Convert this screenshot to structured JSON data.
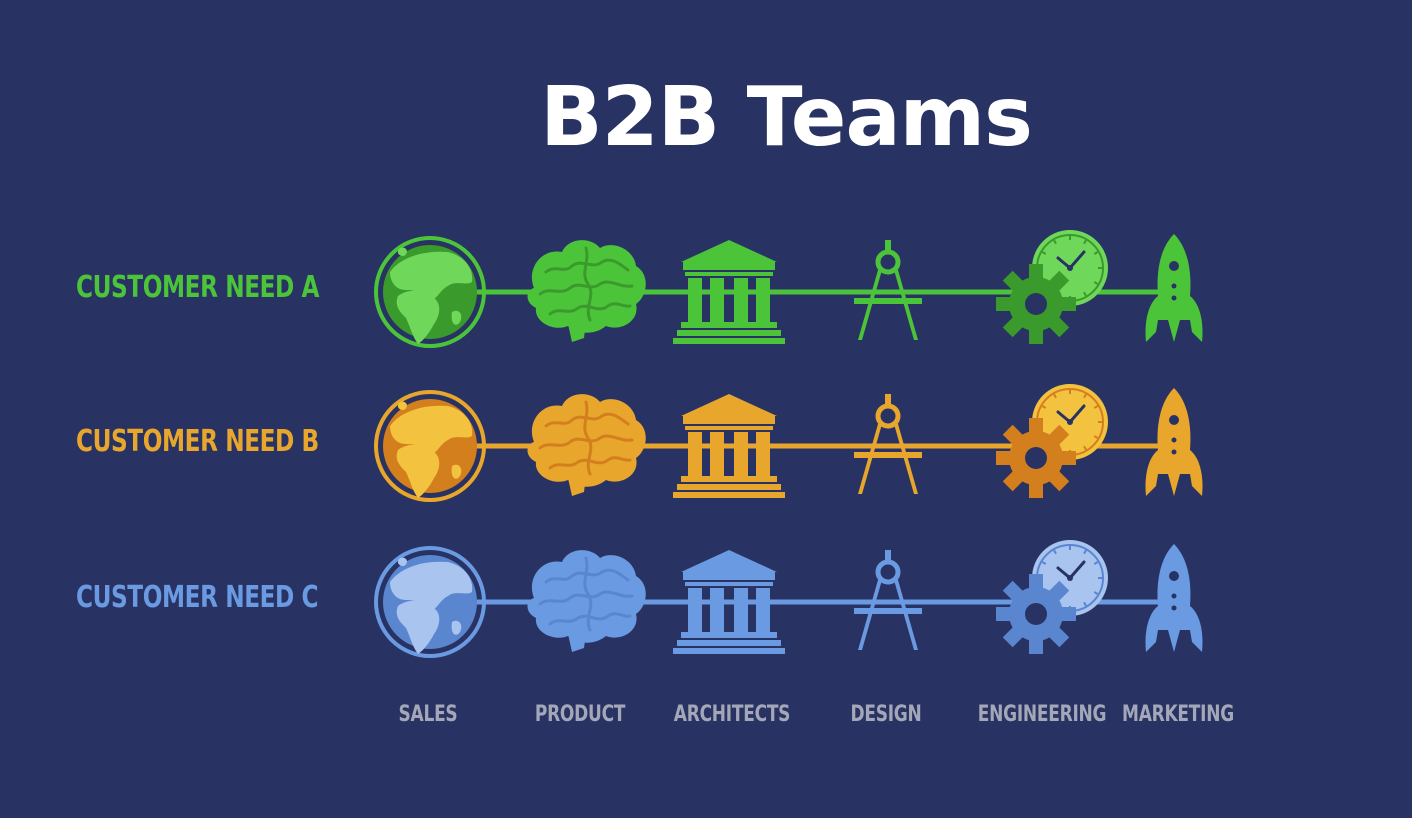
{
  "title": "B2B Teams",
  "rows": [
    {
      "label": "CUSTOMER NEED A",
      "color": "#4cc43a",
      "dark": "#3a9a2b",
      "light": "#6fd85a"
    },
    {
      "label": "CUSTOMER NEED B",
      "color": "#e8a72c",
      "dark": "#d47f1e",
      "light": "#f3c23e"
    },
    {
      "label": "CUSTOMER NEED C",
      "color": "#6a9ae2",
      "dark": "#5a86d0",
      "light": "#a9c4ee"
    }
  ],
  "columns": [
    {
      "label": "SALES",
      "icon": "globe-icon"
    },
    {
      "label": "PRODUCT",
      "icon": "brain-icon"
    },
    {
      "label": "ARCHITECTS",
      "icon": "building-icon"
    },
    {
      "label": "DESIGN",
      "icon": "compass-icon"
    },
    {
      "label": "ENGINEERING",
      "icon": "gear-clock-icon"
    },
    {
      "label": "MARKETING",
      "icon": "rocket-icon"
    }
  ],
  "background": "#283363"
}
